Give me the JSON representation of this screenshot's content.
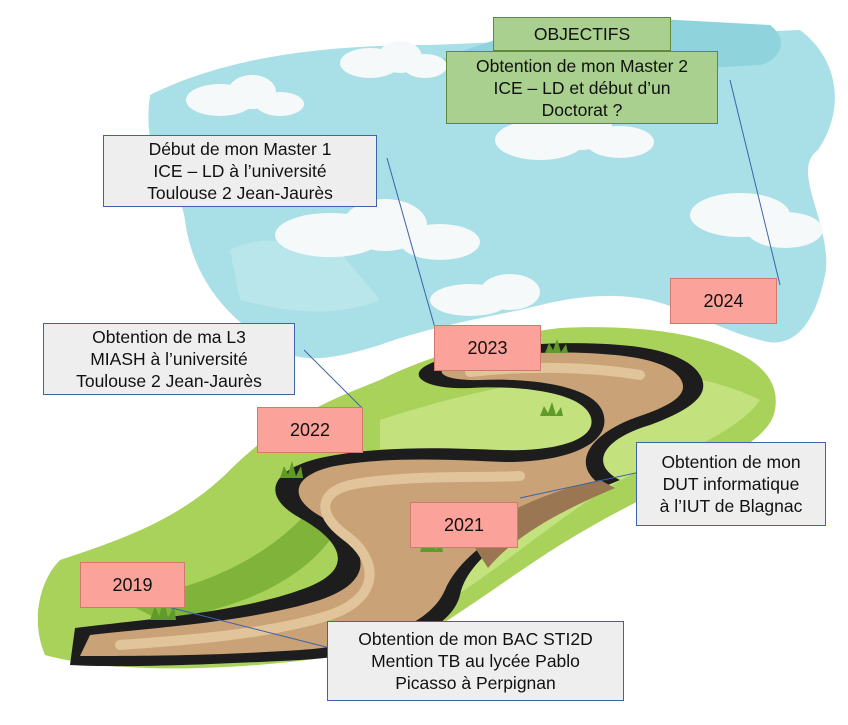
{
  "objective": {
    "title": "OBJECTIFS",
    "lines": [
      "Obtention de mon Master 2",
      "ICE – LD et début d’un",
      "Doctorat ?"
    ]
  },
  "years": {
    "y2019": "2019",
    "y2021": "2021",
    "y2022": "2022",
    "y2023": "2023",
    "y2024": "2024"
  },
  "notes": {
    "master1": [
      "Début de mon Master 1",
      "ICE – LD à l’université",
      "Toulouse 2 Jean-Jaurès"
    ],
    "l3": [
      "Obtention de ma L3",
      "MIASH à l’université",
      "Toulouse 2 Jean-Jaurès"
    ],
    "dut": [
      "Obtention de mon",
      "DUT informatique",
      "à l’IUT de Blagnac"
    ],
    "bac": [
      "Obtention de mon BAC STI2D",
      "Mention TB au lycée Pablo",
      "Picasso à Perpignan"
    ]
  },
  "colors": {
    "sky": "#a9dfe6",
    "grass_light": "#a8d25a",
    "grass_dark": "#7fb33a",
    "path": "#c9a277",
    "path_border": "#1d1d1d",
    "year_box": "#fba39a",
    "note_box": "#eeeeee",
    "goal_box": "#a9d08e",
    "connector": "#3d63a8"
  }
}
